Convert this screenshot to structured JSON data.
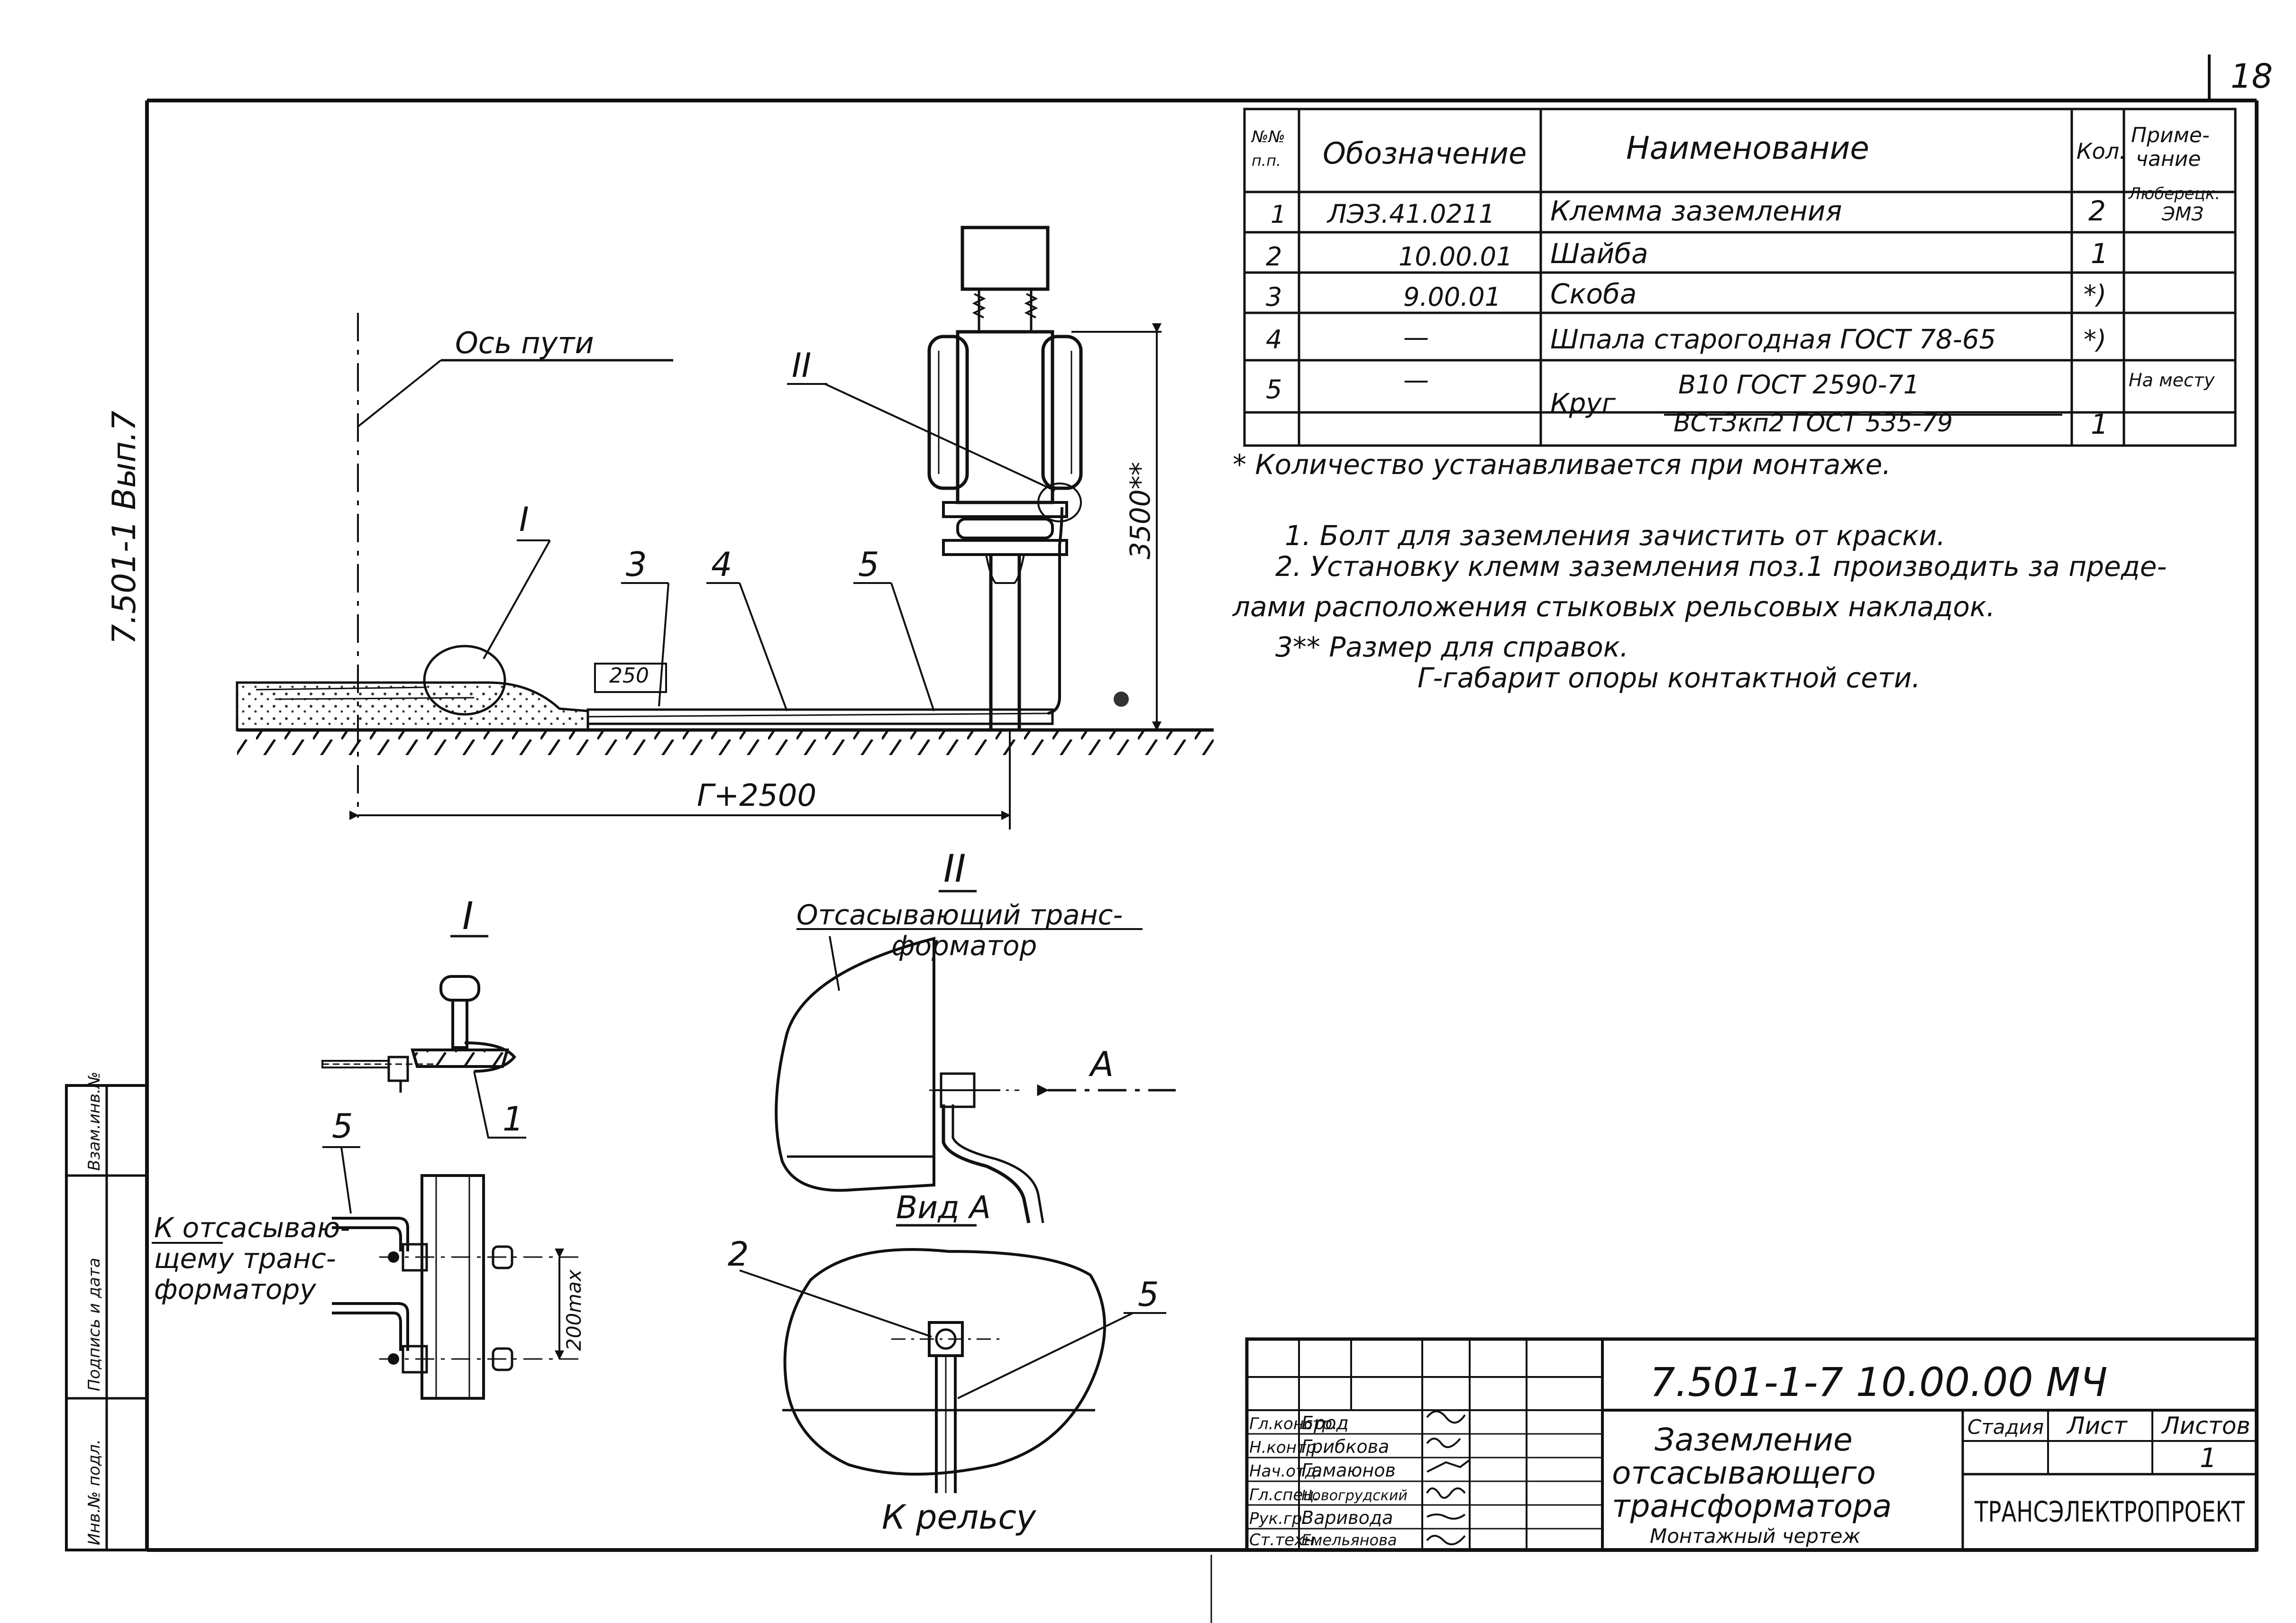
{
  "sheet": {
    "page_number": "18",
    "side_stamp": "7.501-1 Вып.7"
  },
  "left_strip": {
    "labels": [
      "Инв.№ подл.",
      "Подпись и дата",
      "Взам.инв.№"
    ]
  },
  "spec_table": {
    "headers": {
      "num": [
        "№№",
        "п.п."
      ],
      "designation": "Обозначение",
      "name": "Наименование",
      "qty": "Кол.",
      "note": [
        "Приме-",
        "чание"
      ]
    },
    "rows": [
      {
        "num": "1",
        "designation": "ЛЭЗ.41.0211",
        "name": "Клемма заземления",
        "qty": "2",
        "note": [
          "Люберецк.",
          "ЭМЗ"
        ]
      },
      {
        "num": "2",
        "designation": "10.00.01",
        "name": "Шайба",
        "qty": "1",
        "note": [
          "",
          ""
        ]
      },
      {
        "num": "3",
        "designation": "9.00.01",
        "name": "Скоба",
        "qty": "*)",
        "note": [
          "",
          ""
        ]
      },
      {
        "num": "4",
        "designation": "—",
        "name": "Шпала старогодная ГОСТ 78-65",
        "qty": "*)",
        "note": [
          "",
          ""
        ]
      },
      {
        "num": "5",
        "designation": "—",
        "name": "Круг",
        "name_top": "В10 ГОСТ 2590-71",
        "name_bottom": "ВСт3кп2 ГОСТ 535-79",
        "qty": "1",
        "note": [
          "На месту",
          ""
        ]
      }
    ]
  },
  "notes": {
    "asterisk": "* Количество устанавливается при монтаже.",
    "items": [
      "1. Болт для заземления зачистить от краски.",
      "2. Установку клемм заземления поз.1 производить за преде-",
      "лами расположения стыковых рельсовых накладок.",
      "3** Размер для справок.",
      "Г-габарит опоры контактной сети."
    ]
  },
  "main_view": {
    "axis_label": "Ось пути",
    "callout_I": "I",
    "callout_II": "II",
    "callout_3": "3",
    "callout_4": "4",
    "callout_5": "5",
    "dim_250": "250",
    "dim_width": "Г+2500",
    "dim_height": "3500**"
  },
  "detail_I": {
    "title": "I",
    "callout_5": "5",
    "callout_1": "1",
    "label_to_transformer": [
      "К отсасываю-",
      "щему транс-",
      "форматору"
    ],
    "dim": "200max"
  },
  "detail_II": {
    "title": "II",
    "label_transformer": [
      "Отсасывающий транс-",
      "форматор"
    ],
    "view_arrow": "А",
    "view_title": "Вид А",
    "callout_2": "2",
    "callout_5": "5",
    "label_to_rail": "К рельсу"
  },
  "title_block": {
    "doc_code": "7.501-1-7   10.00.00 МЧ",
    "title_lines": [
      "Заземление",
      "отсасывающего",
      "трансформатора"
    ],
    "subtitle": "Монтажный чертеж",
    "stage_label": "Стадия",
    "sheet_label": "Лист",
    "sheets_label": "Листов",
    "sheets_value": "1",
    "organization": "ТРАНСЭЛЕКТРОПРОЕКТ",
    "roles": [
      "Гл.констр.",
      "Н.контр.",
      "Нач.отд.",
      "Гл.спец.",
      "Рук.гр.",
      "Ст.техн."
    ],
    "names": [
      "Брод",
      "Грибкова",
      "Гамаюнов",
      "Новогрудский",
      "Варивода",
      "Емельянова"
    ]
  }
}
